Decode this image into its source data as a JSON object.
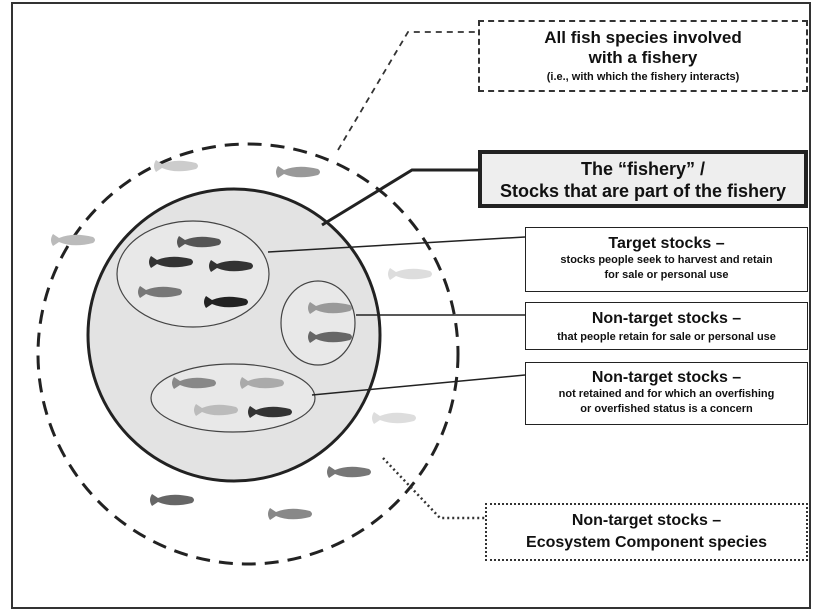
{
  "labels": {
    "all_species": {
      "title_line1": "All fish species involved",
      "title_line2": "with a fishery",
      "subtitle": "(i.e., with which the fishery interacts)"
    },
    "fishery": {
      "title_line1": "The “fishery” /",
      "title_line2": "Stocks that are part of the fishery"
    },
    "target": {
      "title": "Target stocks –",
      "desc_line1": "stocks people seek to harvest and retain",
      "desc_line2": "for sale or personal use"
    },
    "nontarget_retained": {
      "title": "Non-target stocks –",
      "desc": "that people retain for sale or personal use"
    },
    "nontarget_concern": {
      "title": "Non-target stocks –",
      "desc_line1": "not retained and for which an overfishing",
      "desc_line2": "or overfished status is a concern"
    },
    "ecosystem": {
      "title_line1": "Non-target stocks –",
      "title_line2": "Ecosystem Component species"
    }
  },
  "colors": {
    "fishery_fill": "#e3e3e3",
    "fish_dark": "#222222",
    "fish_mid": "#666666",
    "fish_light": "#bbbbbb",
    "outline": "#222222"
  },
  "icons": {
    "fish": "fish-icon"
  }
}
